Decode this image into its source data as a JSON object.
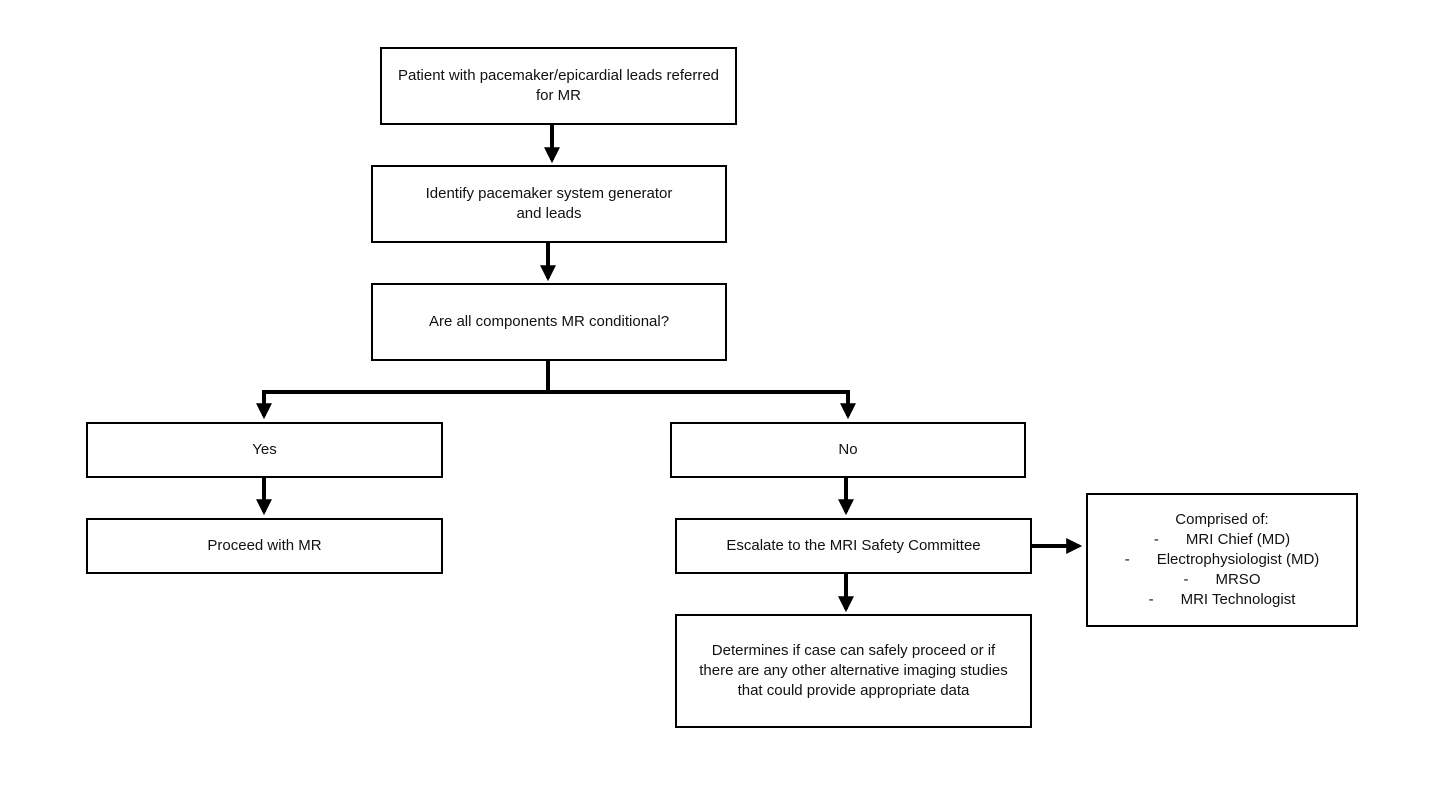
{
  "flowchart": {
    "start": "Patient with pacemaker/epicardial leads referred for MR",
    "identify": "Identify pacemaker system generator and leads",
    "question": "Are all components MR conditional?",
    "yes": "Yes",
    "no": "No",
    "proceed": "Proceed with MR",
    "escalate": "Escalate to the MRI Safety Committee",
    "determines": "Determines if case can safely proceed or if there are any other alternative imaging studies that could provide appropriate data",
    "committee": {
      "heading": "Comprised of:",
      "members": [
        "MRI Chief (MD)",
        "Electrophysiologist (MD)",
        "MRSO",
        "MRI Technologist"
      ],
      "bullet": "-"
    }
  },
  "colors": {
    "line": "#000000",
    "box_border": "#000000",
    "text": "#111111",
    "background": "#ffffff"
  }
}
